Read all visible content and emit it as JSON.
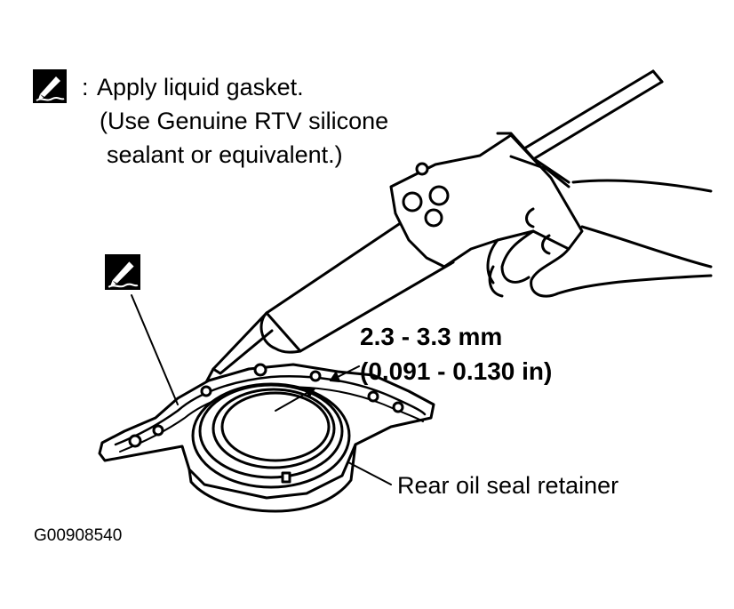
{
  "legend": {
    "icon": "liquid-gasket-icon",
    "prefix": ":",
    "line1": "Apply liquid gasket.",
    "line2": "(Use Genuine RTV silicone",
    "line3": "sealant or equivalent.)"
  },
  "callout": {
    "icon": "liquid-gasket-icon"
  },
  "dimension": {
    "metric": "2.3 - 3.3 mm",
    "imperial": "(0.091 - 0.130 in)"
  },
  "part": {
    "label": "Rear oil seal retainer"
  },
  "figure": {
    "id": "G00908540"
  },
  "colors": {
    "ink": "#000000",
    "paper": "#ffffff"
  }
}
